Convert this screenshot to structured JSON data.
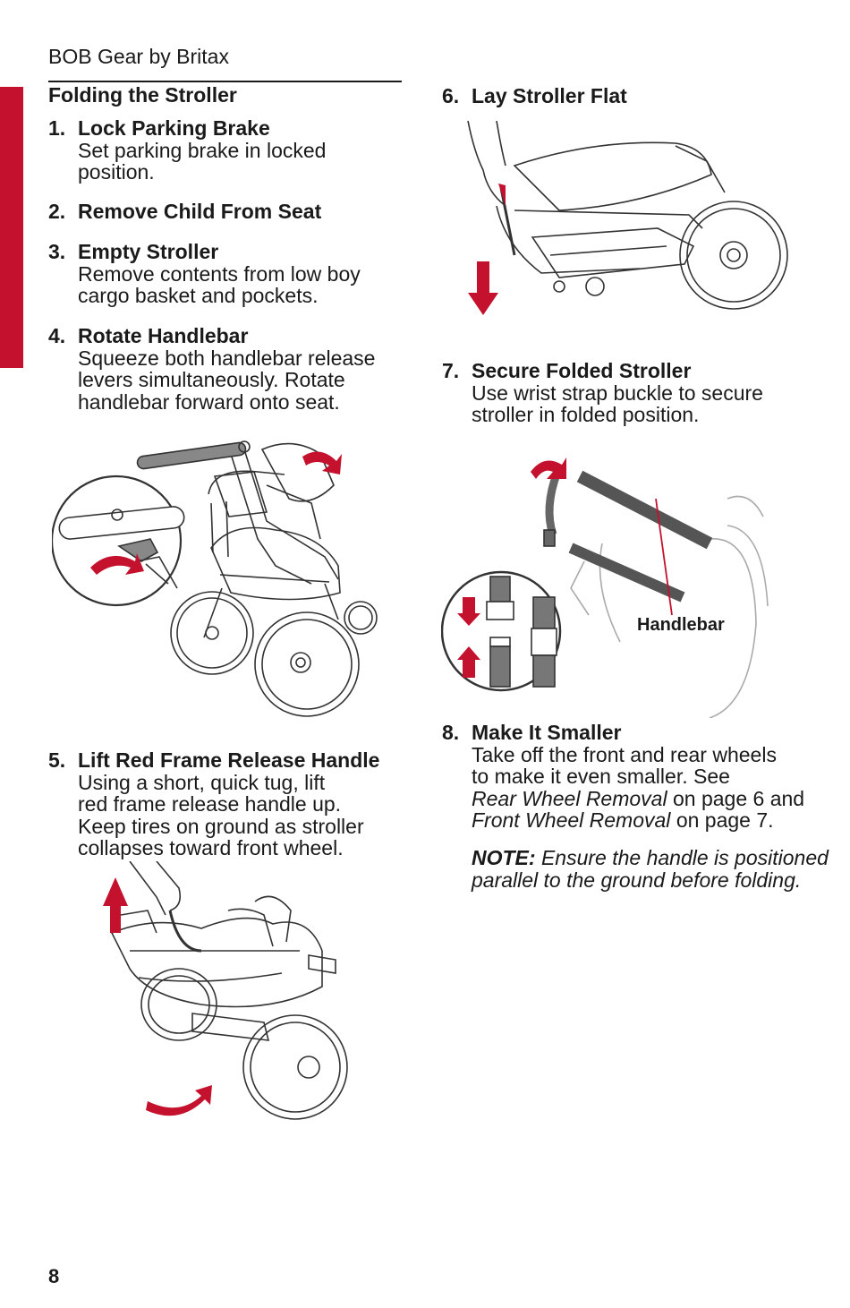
{
  "header": {
    "brand": "BOB Gear by Britax",
    "section_title": "Folding the Stroller"
  },
  "steps": [
    {
      "num": "1.",
      "title": "Lock Parking Brake",
      "text": [
        "Set parking brake in locked",
        "position."
      ]
    },
    {
      "num": "2.",
      "title": "Remove Child From Seat",
      "text": []
    },
    {
      "num": "3.",
      "title": "Empty Stroller",
      "text": [
        "Remove contents from low boy",
        "cargo basket and pockets."
      ]
    },
    {
      "num": "4.",
      "title": "Rotate Handlebar",
      "text": [
        "Squeeze both handlebar release",
        "levers simultaneously. Rotate",
        "handlebar forward onto seat."
      ]
    },
    {
      "num": "5.",
      "title": "Lift Red Frame Release Handle",
      "text": [
        "Using a short, quick tug, lift",
        "red frame release handle up.",
        "Keep tires on ground as stroller",
        "collapses toward front wheel."
      ]
    },
    {
      "num": "6.",
      "title": "Lay Stroller Flat",
      "text": []
    },
    {
      "num": "7.",
      "title": "Secure Folded Stroller",
      "text": [
        "Use wrist strap buckle to secure",
        "stroller in folded position."
      ]
    },
    {
      "num": "8.",
      "title": "Make It Smaller",
      "text": [
        "Take off the front and rear wheels",
        "to make it even smaller. See",
        "Rear Wheel Removal",
        "on page 6 and",
        "Front Wheel Removal",
        "on page 7."
      ]
    }
  ],
  "note": {
    "label": "NOTE:",
    "text": "Ensure the handle is positioned parallel to the ground before folding."
  },
  "illustration_labels": {
    "handlebar": "Handlebar"
  },
  "footer": {
    "page_number": "8"
  },
  "colors": {
    "accent_red": "#c4112e",
    "text": "#1a1a1a",
    "line_art": "#333333"
  },
  "icons": [
    "arrow-down-icon",
    "arrow-up-icon",
    "rotate-arrow-icon",
    "buckle-icon"
  ]
}
